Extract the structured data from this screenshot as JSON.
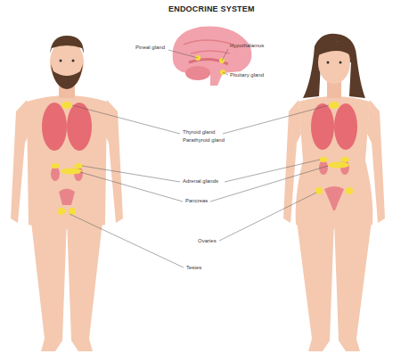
{
  "diagram": {
    "title": "ENDOCRINE SYSTEM",
    "labels": [
      "Pineal gland",
      "Hypothalamus",
      "Pituitary gland",
      "Thyroid gland",
      "Parathyroid gland",
      "Adrenal glands",
      "Pancreas",
      "Ovaries",
      "Testes"
    ]
  }
}
